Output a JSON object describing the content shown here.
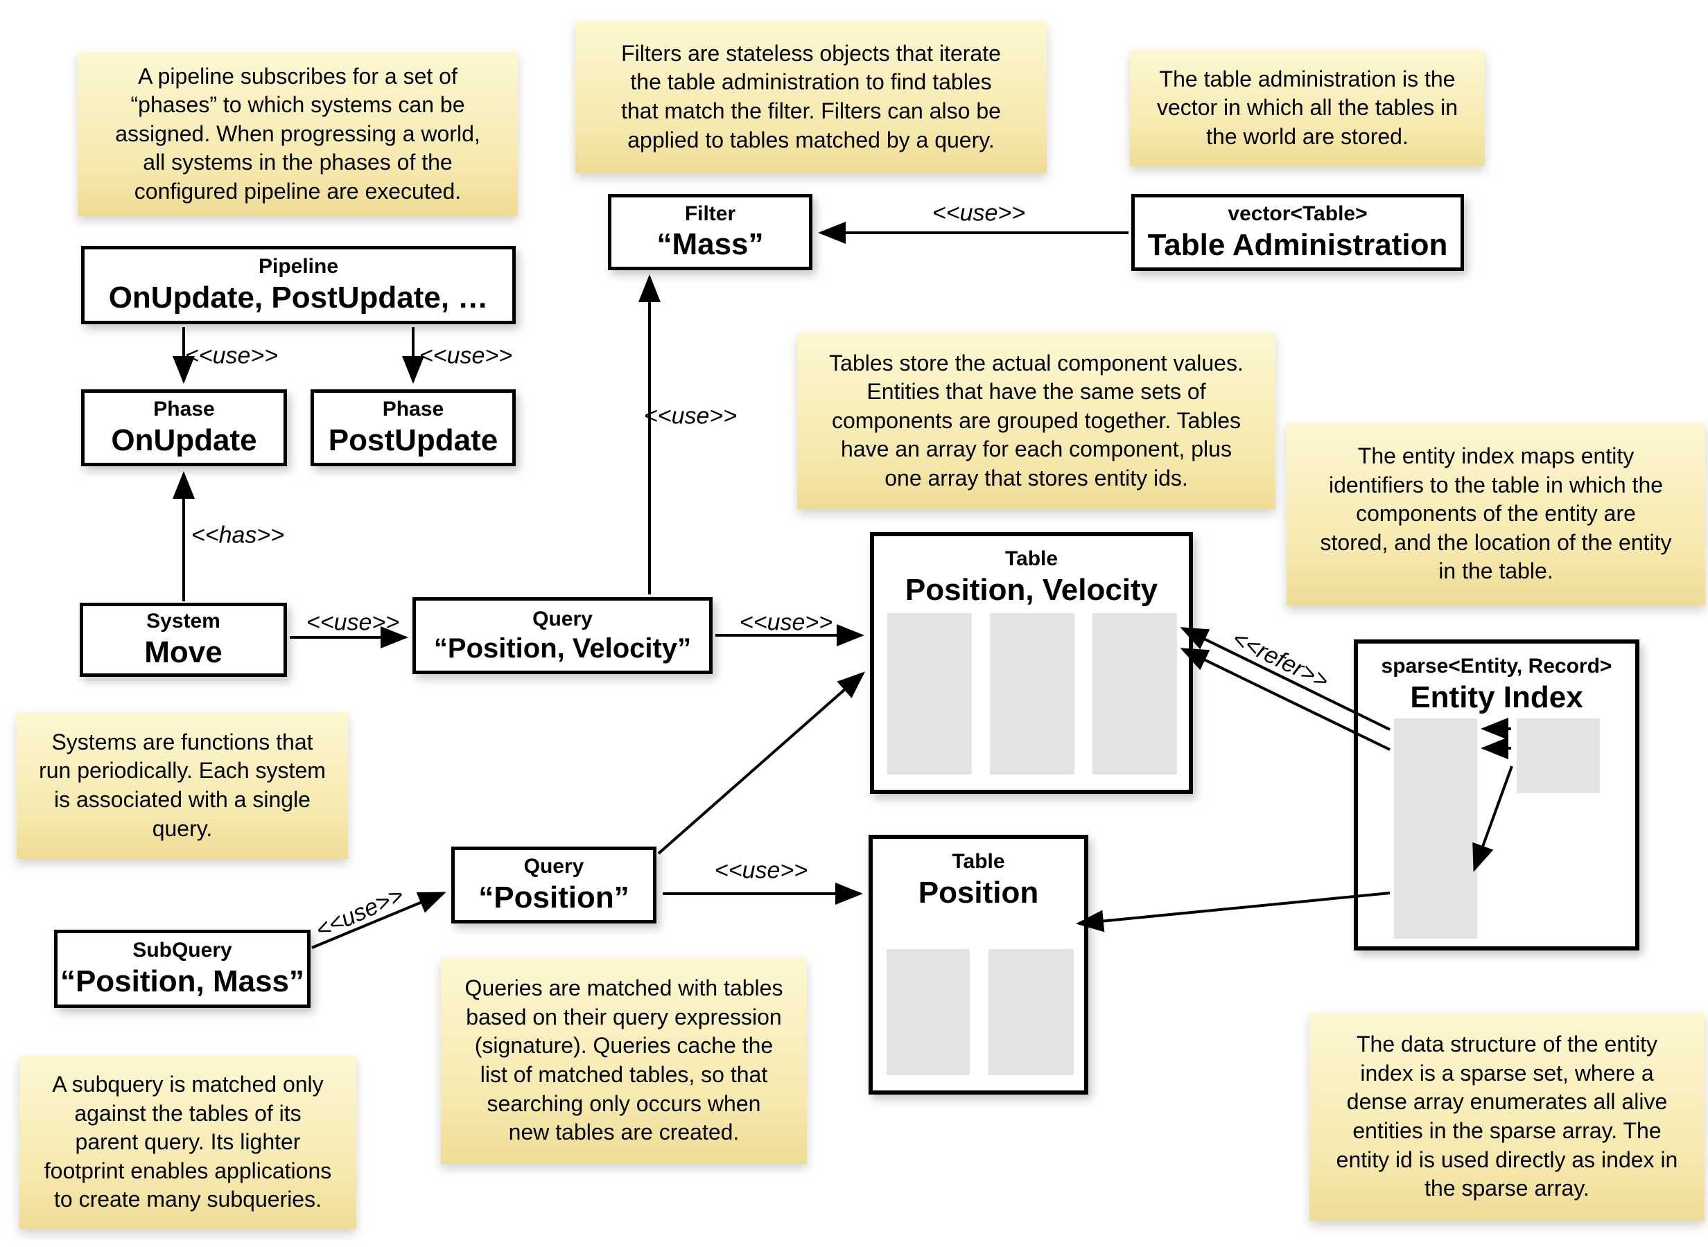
{
  "labels": {
    "use": "<<use>>",
    "has": "<<has>>",
    "refer": "<<refer>>"
  },
  "nodes": {
    "pipeline": {
      "stereotype": "Pipeline",
      "name": "OnUpdate, PostUpdate, …"
    },
    "phase_onupdate": {
      "stereotype": "Phase",
      "name": "OnUpdate"
    },
    "phase_postupdate": {
      "stereotype": "Phase",
      "name": "PostUpdate"
    },
    "filter_mass": {
      "stereotype": "Filter",
      "name": "“Mass”"
    },
    "table_admin": {
      "stereotype": "vector<Table>",
      "name": "Table Administration"
    },
    "system_move": {
      "stereotype": "System",
      "name": "Move"
    },
    "query_pos_vel": {
      "stereotype": "Query",
      "name": "“Position, Velocity”"
    },
    "query_pos": {
      "stereotype": "Query",
      "name": "“Position”"
    },
    "subquery_pos_mass": {
      "stereotype": "SubQuery",
      "name": "“Position, Mass”"
    },
    "table_pos_vel": {
      "stereotype": "Table",
      "name": "Position, Velocity"
    },
    "table_pos": {
      "stereotype": "Table",
      "name": "Position"
    },
    "entity_index": {
      "stereotype": "sparse<Entity, Record>",
      "name": "Entity Index"
    }
  },
  "notes": {
    "pipeline": "A pipeline subscribes for a set of\n“phases” to which systems can be\nassigned. When progressing a world,\nall systems in the phases of the\nconfigured pipeline are executed.",
    "filters": "Filters are stateless objects that iterate\nthe table administration to find tables\nthat match the filter. Filters can also be\napplied to tables matched by a query.",
    "table_admin": "The table administration is the\nvector in which all the tables in\nthe world are stored.",
    "tables": "Tables store the actual component values.\nEntities that have the same sets of\ncomponents are grouped together. Tables\nhave an array for each component, plus\none array that stores entity ids.",
    "entity_index": "The entity index maps entity\nidentifiers to the table in which the\ncomponents of the entity are\nstored, and the location of the entity\nin the table.",
    "systems": "Systems are functions that\nrun periodically. Each system\nis associated with a single\nquery.",
    "queries": "Queries are matched with tables\nbased on their query expression\n(signature). Queries cache the\nlist of matched tables, so that\nsearching only occurs when\nnew tables are created.",
    "subquery": "A subquery is matched only\nagainst the tables of its\nparent query. Its lighter\nfootprint enables applications\nto create many subqueries.",
    "sparse_set": "The data structure of the entity\nindex is a sparse set, where a\ndense array enumerates all alive\nentities in the sparse array. The\nentity id is used directly as index in\nthe sparse array."
  },
  "colors": {
    "note_top": "#fdf7d2",
    "note_bottom": "#efdc95",
    "array_fill": "#e4e4e4",
    "line": "#000000"
  }
}
